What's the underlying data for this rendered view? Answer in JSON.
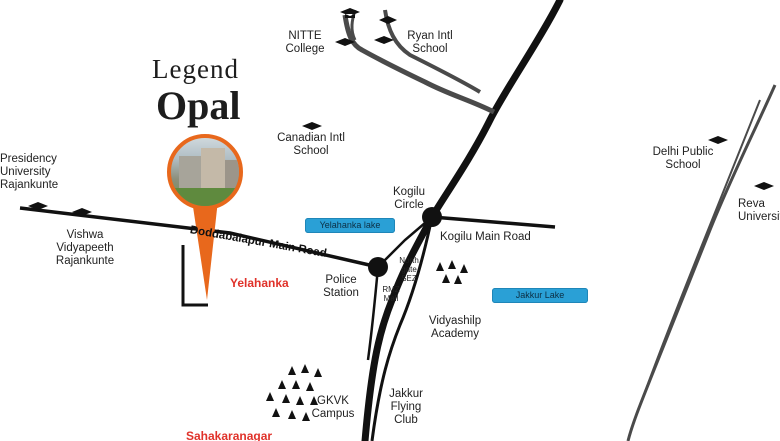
{
  "brand": {
    "line1": "Legend",
    "line2": "Opal",
    "accent_color": "#e8681c"
  },
  "roads": {
    "doddaballapur": "Doddabalapur Main Road",
    "kogilu_main": "Kogilu Main Road"
  },
  "places": {
    "nitte": "NITTE College",
    "ryan": "Ryan Intl School",
    "canadian": "Canadian Intl  School",
    "presidency": "Presidency University Rajankunte",
    "vishwa": "Vishwa Vidyapeeth Rajankunte",
    "kogilu_circle": "Kogilu Circle",
    "police_station": "Police Station",
    "north_gate": "North gate SEZ",
    "rmz_mall": "RMZ Mall",
    "vidyashilp": "Vidyashilp Academy",
    "gkvk": "GKVK Campus",
    "jakkur_flying": "Jakkur Flying Club",
    "delhi_public": "Delhi Public School",
    "reva": "Reva University",
    "yelahanka": "Yelahanka",
    "sahakaranagar": "Sahakaranagar"
  },
  "lakes": {
    "yelahanka": "Yelahanka lake",
    "jakkur": "Jakkur Lake",
    "color": "#2aa0d6"
  },
  "colors": {
    "road": "#111111",
    "minor_road": "#4a4a4a",
    "label_red": "#e0322a"
  }
}
